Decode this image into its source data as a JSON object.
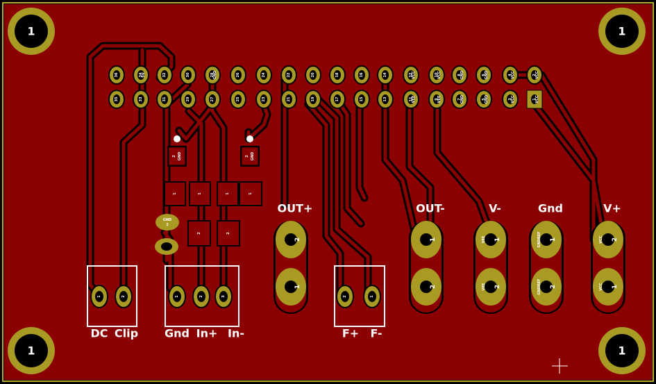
{
  "board": {
    "copper_color": "#8b0000",
    "background_color": "#000000",
    "pad_color": "#a99a24",
    "silk_color": "#ffffff",
    "edge_color": "#b8a82c"
  },
  "mounting_holes": [
    {
      "label": "1"
    },
    {
      "label": "1"
    },
    {
      "label": "1"
    },
    {
      "label": "1"
    }
  ],
  "header_top_row": [
    "36",
    "34",
    "32",
    "30",
    "28",
    "26",
    "24",
    "22",
    "20",
    "18",
    "16",
    "14",
    "12",
    "10",
    "8",
    "6",
    "4",
    "2"
  ],
  "header_bottom_row": [
    "35",
    "33",
    "31",
    "29",
    "27",
    "25",
    "23",
    "21",
    "19",
    "17",
    "15",
    "13",
    "11",
    "9",
    "7",
    "5",
    "3",
    "1"
  ],
  "header_small_labels": {
    "top": [
      "",
      "5V",
      "",
      "",
      "GND",
      "",
      "",
      "",
      "",
      "",
      "",
      "",
      "VCC",
      "VCC",
      "GND",
      "GND",
      "VCC",
      "VCC"
    ],
    "bottom": [
      "",
      "",
      "",
      "",
      "",
      "",
      "",
      "",
      "",
      "",
      "",
      "",
      "VEE",
      "VEE",
      "GND",
      "GND",
      "VCC",
      "VCC"
    ]
  },
  "smd": {
    "cap_left": {
      "n": "2",
      "net": "GND"
    },
    "cap_right": {
      "n": "2",
      "net": "GND"
    },
    "r_left": [
      "1",
      "1"
    ],
    "r_right": [
      "1",
      "1"
    ],
    "r_low": [
      "2",
      "2"
    ],
    "small_pad_a": {
      "net": "GND",
      "n": "2"
    }
  },
  "connectors": {
    "dc_clip": {
      "labels": [
        "DC",
        "Clip"
      ],
      "pins": [
        "1",
        "2"
      ]
    },
    "gnd_in": {
      "labels": [
        "Gnd",
        "In+",
        "In-"
      ],
      "pins": [
        "1",
        "2",
        "3"
      ]
    },
    "f": {
      "labels": [
        "F+",
        "F-"
      ],
      "pins": [
        "2",
        "1"
      ]
    }
  },
  "terminals": [
    {
      "title": "OUT+",
      "pins": [
        "2",
        "1"
      ],
      "net": ""
    },
    {
      "title": "OUT-",
      "pins": [
        "1",
        "2"
      ],
      "net": ""
    },
    {
      "title": "V-",
      "pins": [
        "1",
        "2"
      ],
      "net": "VEE"
    },
    {
      "title": "Gnd",
      "pins": [
        "1",
        "2"
      ],
      "net": "GNDREF"
    },
    {
      "title": "V+",
      "pins": [
        "2",
        "1"
      ],
      "net": "VCC"
    }
  ]
}
